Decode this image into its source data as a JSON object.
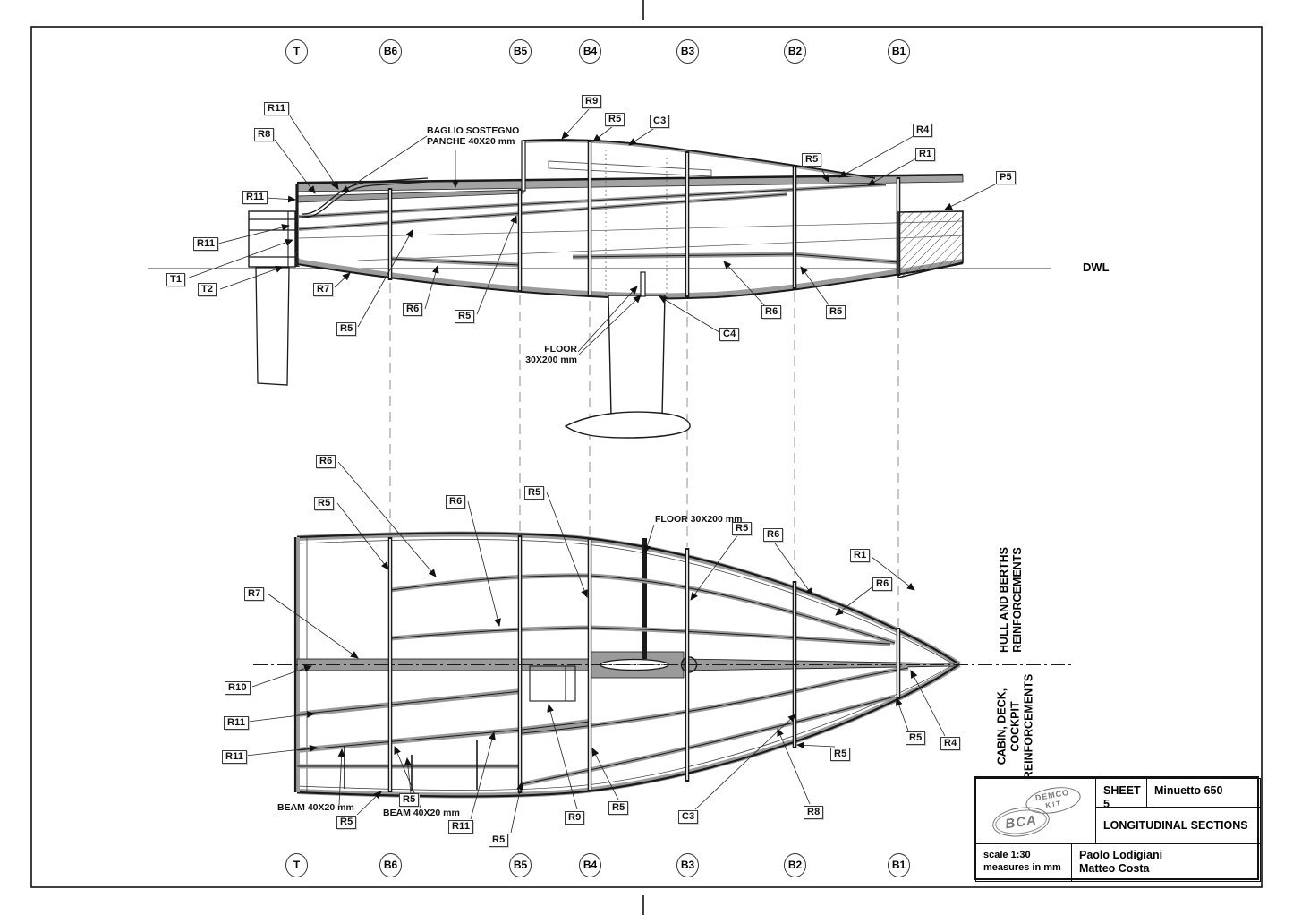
{
  "stations": [
    "T",
    "B6",
    "B5",
    "B4",
    "B3",
    "B2",
    "B1"
  ],
  "side_view": {
    "labels": [
      "R11",
      "R8",
      "R9",
      "R5",
      "C3",
      "R4",
      "R1",
      "R5",
      "P5",
      "R11",
      "R11",
      "T1",
      "T2",
      "R7",
      "R5",
      "R6",
      "R5",
      "R6",
      "R5",
      "C4"
    ],
    "notes": {
      "baglio": "BAGLIO SOSTEGNO\nPANCHE 40X20 mm",
      "floor": "FLOOR\n30X200 mm",
      "dwl": "DWL"
    }
  },
  "plan_view": {
    "labels": [
      "R6",
      "R5",
      "R6",
      "R5",
      "R5",
      "R6",
      "R1",
      "R6",
      "R7",
      "R10",
      "R11",
      "R11",
      "R5",
      "R4",
      "R5",
      "R5",
      "R5",
      "R11",
      "R5",
      "R9",
      "R5",
      "C3",
      "R8"
    ],
    "notes": {
      "floor": "FLOOR 30X200 mm",
      "beam_a": "BEAM 40X20 mm",
      "beam_b": "BEAM 40X20 mm"
    },
    "section_top": "HULL AND BERTHS\nREINFORCEMENTS",
    "section_bottom": "CABIN, DECK,\nCOCKPIT\nREINFORCEMENTS"
  },
  "title_block": {
    "sheet": "SHEET 5",
    "model": "Minuetto 650",
    "title": "LONGITUDINAL SECTIONS",
    "scale": "scale 1:30",
    "units": "measures in mm",
    "author1": "Paolo Lodigiani",
    "author2": "Matteo Costa",
    "logo_main": "BCA",
    "logo_top": "DEMCO",
    "logo_sub": "KIT"
  }
}
